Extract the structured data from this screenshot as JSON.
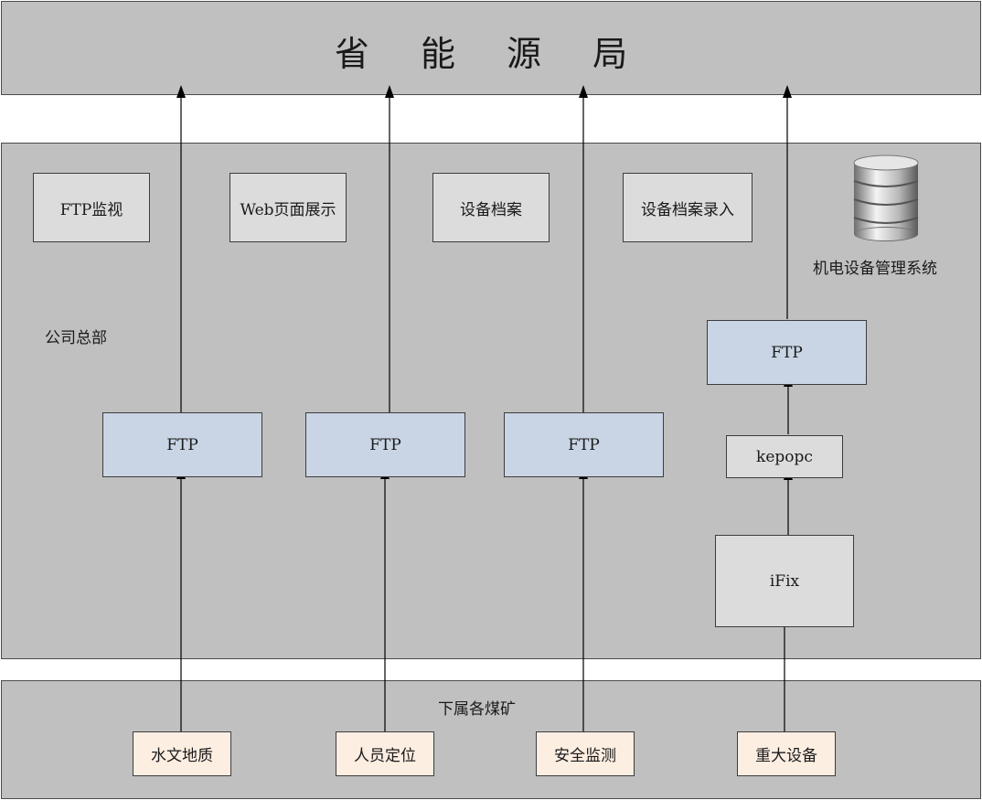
{
  "top_authority": "省 能 源 局",
  "hq": {
    "label": "公司总部",
    "top_boxes": [
      "FTP监视",
      "Web页面展示",
      "设备档案",
      "设备档案录入"
    ],
    "system_label": "机电设备管理系统",
    "ftp_boxes": [
      "FTP",
      "FTP",
      "FTP"
    ],
    "right_ftp": "FTP",
    "kepopc": "kepopc",
    "ifix": "iFix"
  },
  "mines": {
    "label": "下属各煤矿",
    "sources": [
      "水文地质",
      "人员定位",
      "安全监测",
      "重大设备"
    ]
  },
  "icons": {
    "database": "database-icon"
  }
}
